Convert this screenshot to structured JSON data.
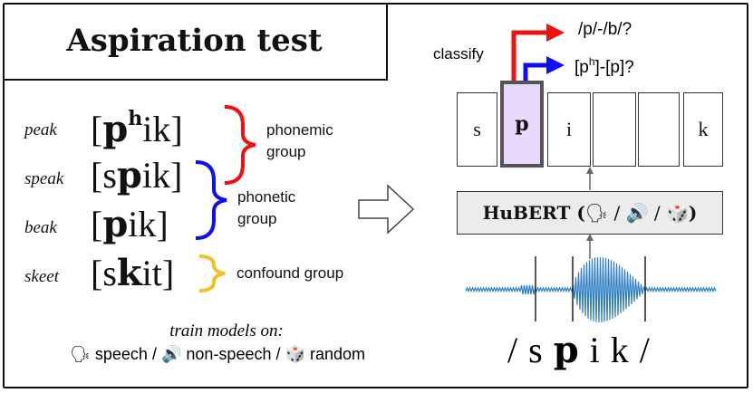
{
  "title": "Aspiration test",
  "words": [
    {
      "label": "peak",
      "ipa_open": "[",
      "ipa_bold": "p",
      "ipa_sup": "h",
      "ipa_rest": "ik]"
    },
    {
      "label": "speak",
      "ipa_pre": "[s",
      "ipa_bold": "p",
      "ipa_rest": "ik]"
    },
    {
      "label": "beak",
      "ipa_pre": "[",
      "ipa_bold": "p",
      "ipa_rest": "ik]"
    },
    {
      "label": "skeet",
      "ipa_pre": "[s",
      "ipa_bold": "k",
      "ipa_rest": "it]"
    }
  ],
  "groups": {
    "phonemic_line1": "phonemic",
    "phonemic_line2": "group",
    "phonetic_line1": "phonetic",
    "phonetic_line2": "group",
    "confound": "confound group"
  },
  "training": {
    "heading": "train models on:",
    "speech_icon": "🗣",
    "speech": "speech",
    "sep": "/",
    "nonspeech_icon": "🔊",
    "nonspeech": "non-speech",
    "random_icon": "🎲",
    "random": "random"
  },
  "model": {
    "name": "HuBERT",
    "open": "(",
    "close": ")",
    "sep": "/",
    "icon1": "🗣",
    "icon2": "🔊",
    "icon3": "🎲"
  },
  "cells": [
    "s",
    "p",
    "i",
    "",
    "",
    "k"
  ],
  "classify_label": "classify",
  "questions": {
    "phonemic": "/p/-/b/?",
    "phonetic_a": "[p",
    "phonetic_sup": "h",
    "phonetic_b": "]-[p]?"
  },
  "transcript": {
    "pre": "/ s ",
    "bold": "p",
    "post": " i k /"
  },
  "colors": {
    "red": "#ee1111",
    "blue": "#1010ee",
    "yellow": "#f2c12e",
    "highlight": "#e9d9ff",
    "wave": "#2f7fc1"
  }
}
